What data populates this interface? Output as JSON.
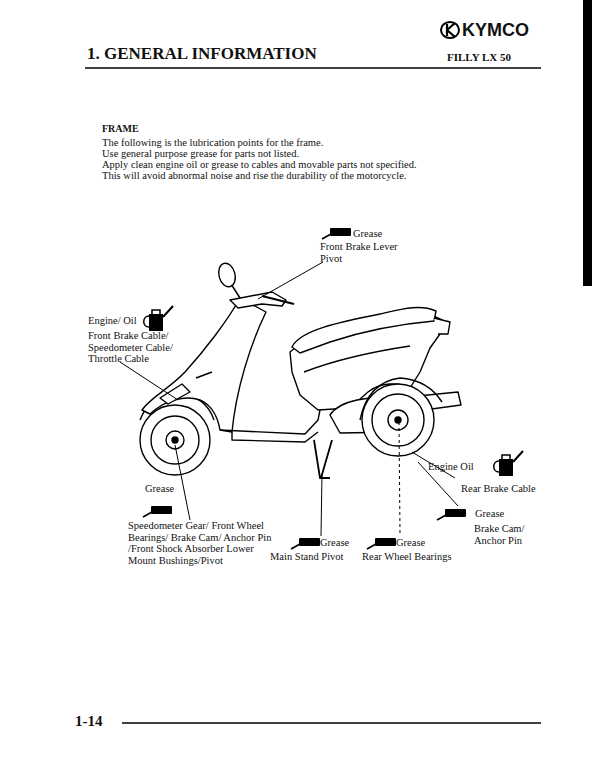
{
  "diagram": {
    "title": "1. GENERAL INFORMATION",
    "labels": [
      "KYMCO",
      "FILLY LX 50",
      "FRAME",
      "The following is the lubrication points for the frame.",
      "Use general purpose grease for parts not listed.",
      "Apply clean engine oil or grease to cables and movable parts not specified.",
      "This will avoid abnormal noise and rise the durability of the motorcycle.",
      "Grease",
      "Front Brake Lever Pivot",
      "Engine/ Oil",
      "Front Brake Cable/ Speedometer Cable/ Throttle Cable",
      "Grease",
      "Speedometer Gear/ Front Wheel Bearings/ Brake Cam/ Anchor Pin /Front Shock Absorber Lower Mount Bushings/Pivot",
      "Grease",
      "Main Stand Pivot",
      "Grease",
      "Rear Wheel Bearings",
      "Engine Oil",
      "Rear Brake Cable",
      "Grease",
      "Brake Cam/ Anchor Pin",
      "1-14"
    ]
  }
}
